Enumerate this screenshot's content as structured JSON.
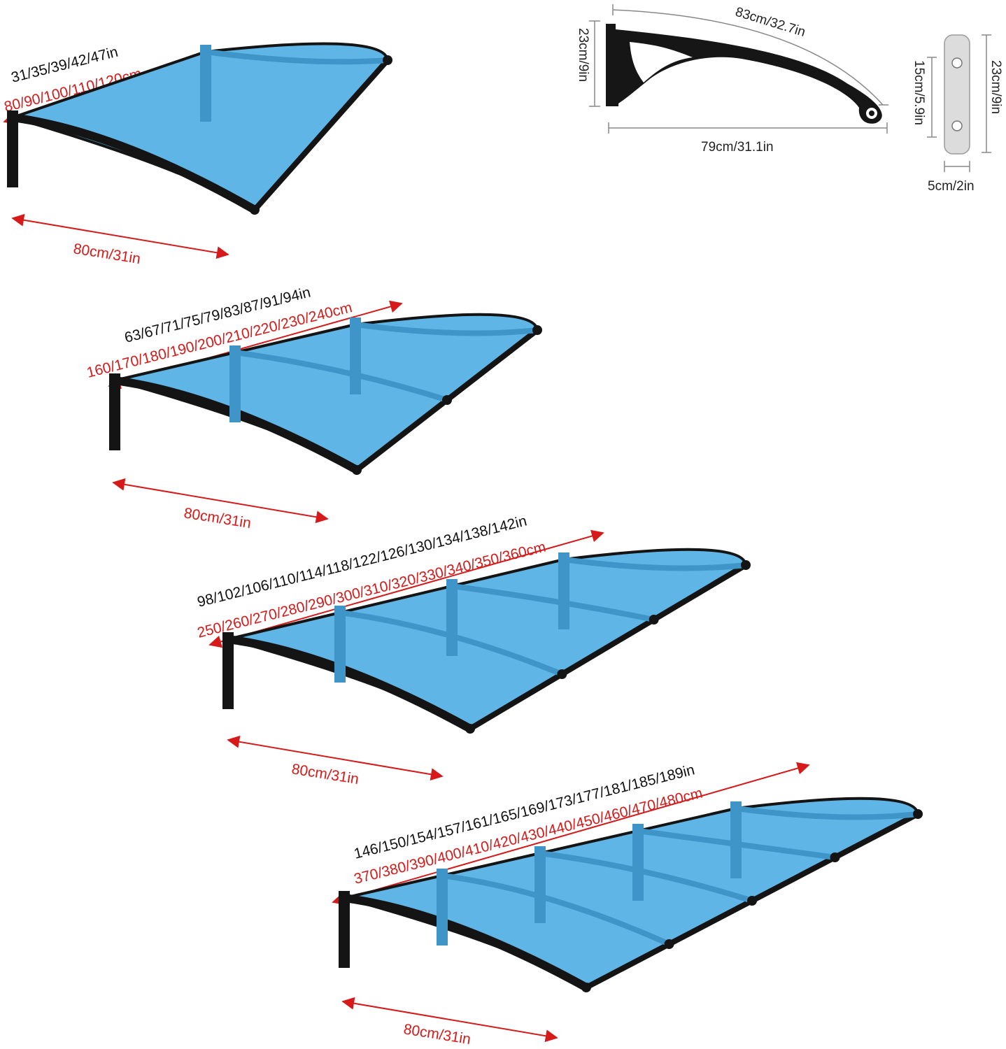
{
  "colors": {
    "panel": "#5fb6e6",
    "panel_dark": "#3f94c8",
    "frame": "#141414",
    "imperial_text": "#111111",
    "metric_text": "#d61a1a",
    "arrow_red": "#d61a1a",
    "dimension_line": "#444444",
    "plate": "#dcdcdc"
  },
  "detail": {
    "arc_length": "83cm/32.7in",
    "bracket_height": "23cm/9in",
    "bracket_depth": "79cm/31.1in",
    "plate_hole_spacing": "15cm/5.9in",
    "plate_height": "23cm/9in",
    "plate_width": "5cm/2in"
  },
  "variants": [
    {
      "imperial": "31/35/39/42/47in",
      "metric": "80/90/100/110/120cm",
      "depth": "80cm/31in",
      "panels": 1
    },
    {
      "imperial": "63/67/71/75/79/83/87/91/94in",
      "metric": "160/170/180/190/200/210/220/230/240cm",
      "depth": "80cm/31in",
      "panels": 2
    },
    {
      "imperial": "98/102/106/110/114/118/122/126/130/134/138/142in",
      "metric": "250/260/270/280/290/300/310/320/330/340/350/360cm",
      "depth": "80cm/31in",
      "panels": 3
    },
    {
      "imperial": "146/150/154/157/161/165/169/173/177/181/185/189in",
      "metric": "370/380/390/400/410/420/430/440/450/460/470/480cm",
      "depth": "80cm/31in",
      "panels": 4
    }
  ]
}
